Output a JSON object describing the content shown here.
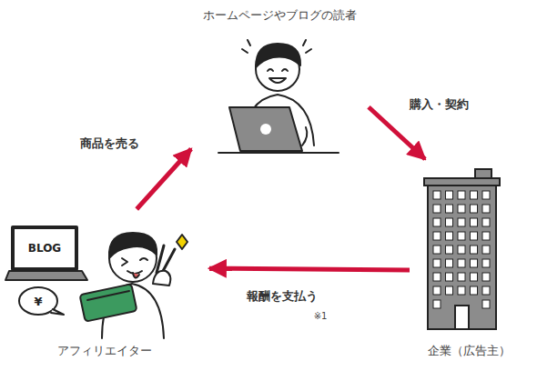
{
  "diagram": {
    "nodes": [
      {
        "text": [
          "ホームページやブログの読者"
        ]
      },
      {
        "text": [
          "企業（広告主）"
        ]
      },
      {
        "text": [
          "アフィリエイター"
        ]
      }
    ],
    "edges": [
      {
        "from": 2,
        "to": 0,
        "label": "商品を売る",
        "arrow": "to"
      },
      {
        "from": 0,
        "to": 1,
        "label": "購入・契約",
        "arrow": "to"
      },
      {
        "from": 1,
        "to": 2,
        "label": "報酬を支払う",
        "arrow": "to"
      }
    ],
    "labels": [
      "※1",
      "BLOG",
      "¥"
    ]
  }
}
